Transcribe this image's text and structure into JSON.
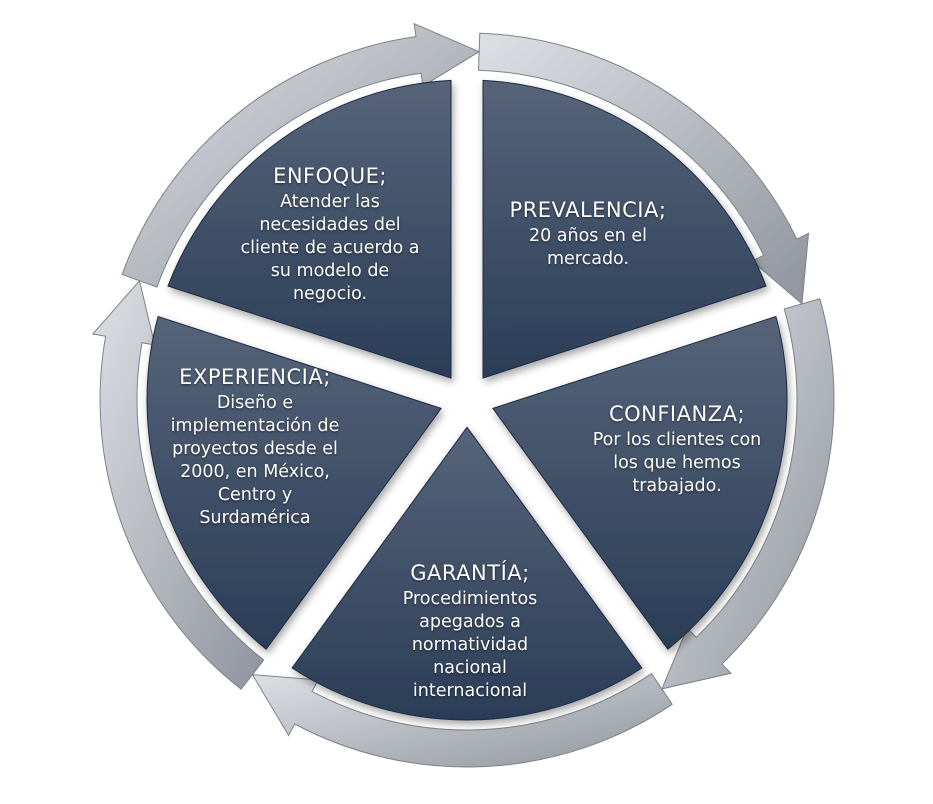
{
  "colors": {
    "segment_top": "#566479",
    "segment_bottom": "#2b3d57",
    "ring_light": "#dde0e5",
    "ring_dark": "#8f949c",
    "text": "#ffffff"
  },
  "segments": [
    {
      "title": "ENFOQUE;",
      "lines": [
        "Atender las",
        "necesidades del",
        "cliente de acuerdo a",
        "su modelo de",
        "negocio."
      ]
    },
    {
      "title": "PREVALENCIA;",
      "lines": [
        "20 años en el",
        "mercado."
      ]
    },
    {
      "title": "CONFIANZA;",
      "lines": [
        "Por los clientes con",
        "los que hemos",
        "trabajado."
      ]
    },
    {
      "title": "GARANTÍA;",
      "lines": [
        "Procedimientos",
        "apegados a",
        "normatividad",
        "nacional",
        "internacional"
      ]
    },
    {
      "title": "EXPERIENCIA;",
      "lines": [
        "Diseño e",
        "implementación de",
        "proyectos desde el",
        "2000, en México,",
        "Centro y",
        "Surdamérica"
      ]
    }
  ]
}
